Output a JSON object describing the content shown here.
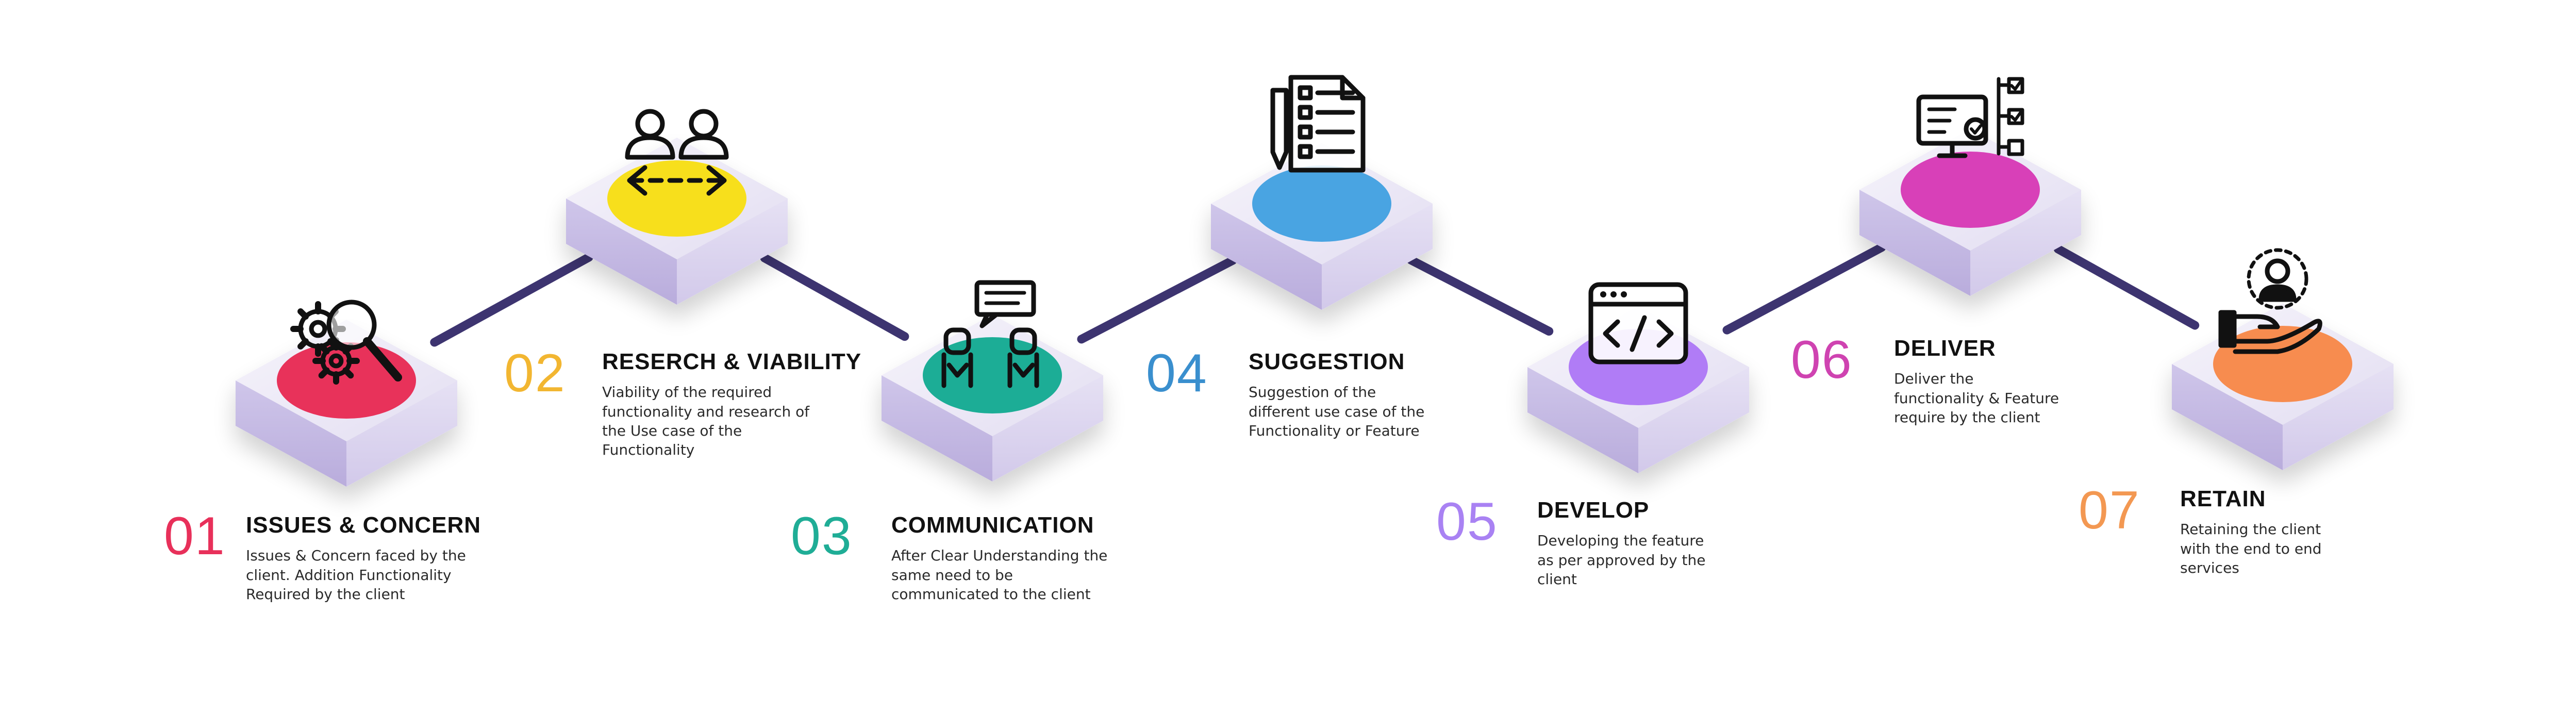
{
  "colors": {
    "connector": "#3d3470",
    "tile_top": "#ece9f6",
    "tile_left": "#c6bbe4",
    "tile_right": "#dcd5ef",
    "icon": "#111111"
  },
  "steps": [
    {
      "number": "01",
      "title": "ISSUES & CONCERN",
      "desc": [
        "Issues & Concern faced by the",
        "client. Addition Functionality",
        "Required by the client"
      ],
      "color": "#e8305a",
      "num_color": "#e8305a",
      "icon": "gears-magnifier-icon"
    },
    {
      "number": "02",
      "title": "RESERCH & VIABILITY",
      "desc": [
        "Viability of the required",
        "functionality and research of",
        "the Use case of the",
        "Functionality"
      ],
      "color": "#f7df1e",
      "num_color": "#f2b631",
      "icon": "two-users-exchange-icon"
    },
    {
      "number": "03",
      "title": "COMMUNICATION",
      "desc": [
        "After Clear Understanding the",
        "same need to be",
        "communicated to the client"
      ],
      "color": "#1fad96",
      "num_color": "#1fad96",
      "icon": "two-people-chat-icon"
    },
    {
      "number": "04",
      "title": "SUGGESTION",
      "desc": [
        "Suggestion of the",
        "different use case of the",
        "Functionality or Feature"
      ],
      "color": "#4aa4e2",
      "num_color": "#3a8fce",
      "icon": "checklist-document-icon"
    },
    {
      "number": "05",
      "title": "DEVELOP",
      "desc": [
        "Developing the feature",
        "as per approved by the",
        "client"
      ],
      "color": "#b07cf6",
      "num_color": "#a982f3",
      "icon": "code-window-icon"
    },
    {
      "number": "06",
      "title": "DELIVER",
      "desc": [
        "Deliver the",
        "functionality & Feature",
        "require by the client"
      ],
      "color": "#d83fb8",
      "num_color": "#cf43b1",
      "icon": "monitor-checklist-icon"
    },
    {
      "number": "07",
      "title": "RETAIN",
      "desc": [
        "Retaining the client",
        "with the end to end",
        "services"
      ],
      "color": "#f78c4f",
      "num_color": "#f39852",
      "icon": "hand-holding-person-icon"
    }
  ]
}
